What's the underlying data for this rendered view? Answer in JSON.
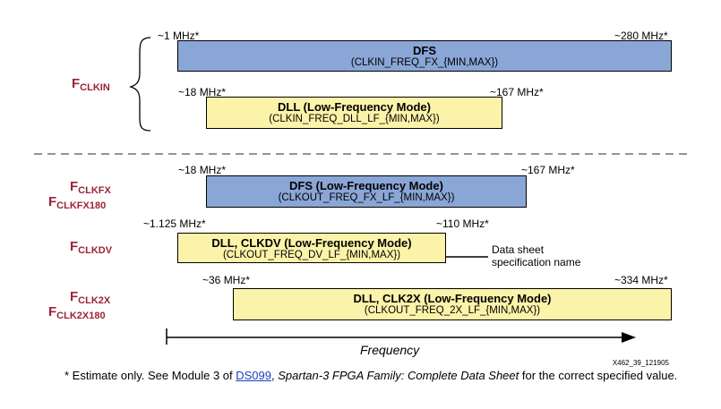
{
  "signals": {
    "fclkin": {
      "main": "F",
      "sub": "CLKIN"
    },
    "fclkfx": {
      "main": "F",
      "sub": "CLKFX"
    },
    "fclkfx180": {
      "main": "F",
      "sub": "CLKFX180"
    },
    "fclkdv": {
      "main": "F",
      "sub": "CLKDV"
    },
    "fclk2x": {
      "main": "F",
      "sub": "CLK2X"
    },
    "fclk2x180": {
      "main": "F",
      "sub": "CLK2X180"
    }
  },
  "bars": [
    {
      "title": "DFS",
      "param": "(CLKIN_FREQ_FX_{MIN,MAX})",
      "min_label": "~1 MHz*",
      "max_label": "~280 MHz*",
      "color": "#8aa6d6"
    },
    {
      "title": "DLL (Low-Frequency Mode)",
      "param": "(CLKIN_FREQ_DLL_LF_{MIN,MAX})",
      "min_label": "~18 MHz*",
      "max_label": "~167 MHz*",
      "color": "#fbf3a9"
    },
    {
      "title": "DFS (Low-Frequency Mode)",
      "param": "(CLKOUT_FREQ_FX_LF_{MIN,MAX})",
      "min_label": "~18 MHz*",
      "max_label": "~167 MHz*",
      "color": "#8aa6d6"
    },
    {
      "title": "DLL, CLKDV (Low-Frequency Mode)",
      "param": "(CLKOUT_FREQ_DV_LF_{MIN,MAX})",
      "min_label": "~1.125 MHz*",
      "max_label": "~110 MHz*",
      "color": "#fbf3a9"
    },
    {
      "title": "DLL, CLK2X (Low-Frequency Mode)",
      "param": "(CLKOUT_FREQ_2X_LF_{MIN,MAX})",
      "min_label": "~36 MHz*",
      "max_label": "~334 MHz*",
      "color": "#fbf3a9"
    }
  ],
  "annotation": {
    "line1": "Data sheet",
    "line2": "specification name"
  },
  "axis_label": "Frequency",
  "figure_id": "X462_39_121905",
  "footnote": {
    "prefix": "* Estimate only. See Module 3 of ",
    "link": "DS099",
    "middle": ", ",
    "title": "Spartan-3 FPGA Family: Complete Data Sheet",
    "suffix": " for the correct specified value."
  }
}
